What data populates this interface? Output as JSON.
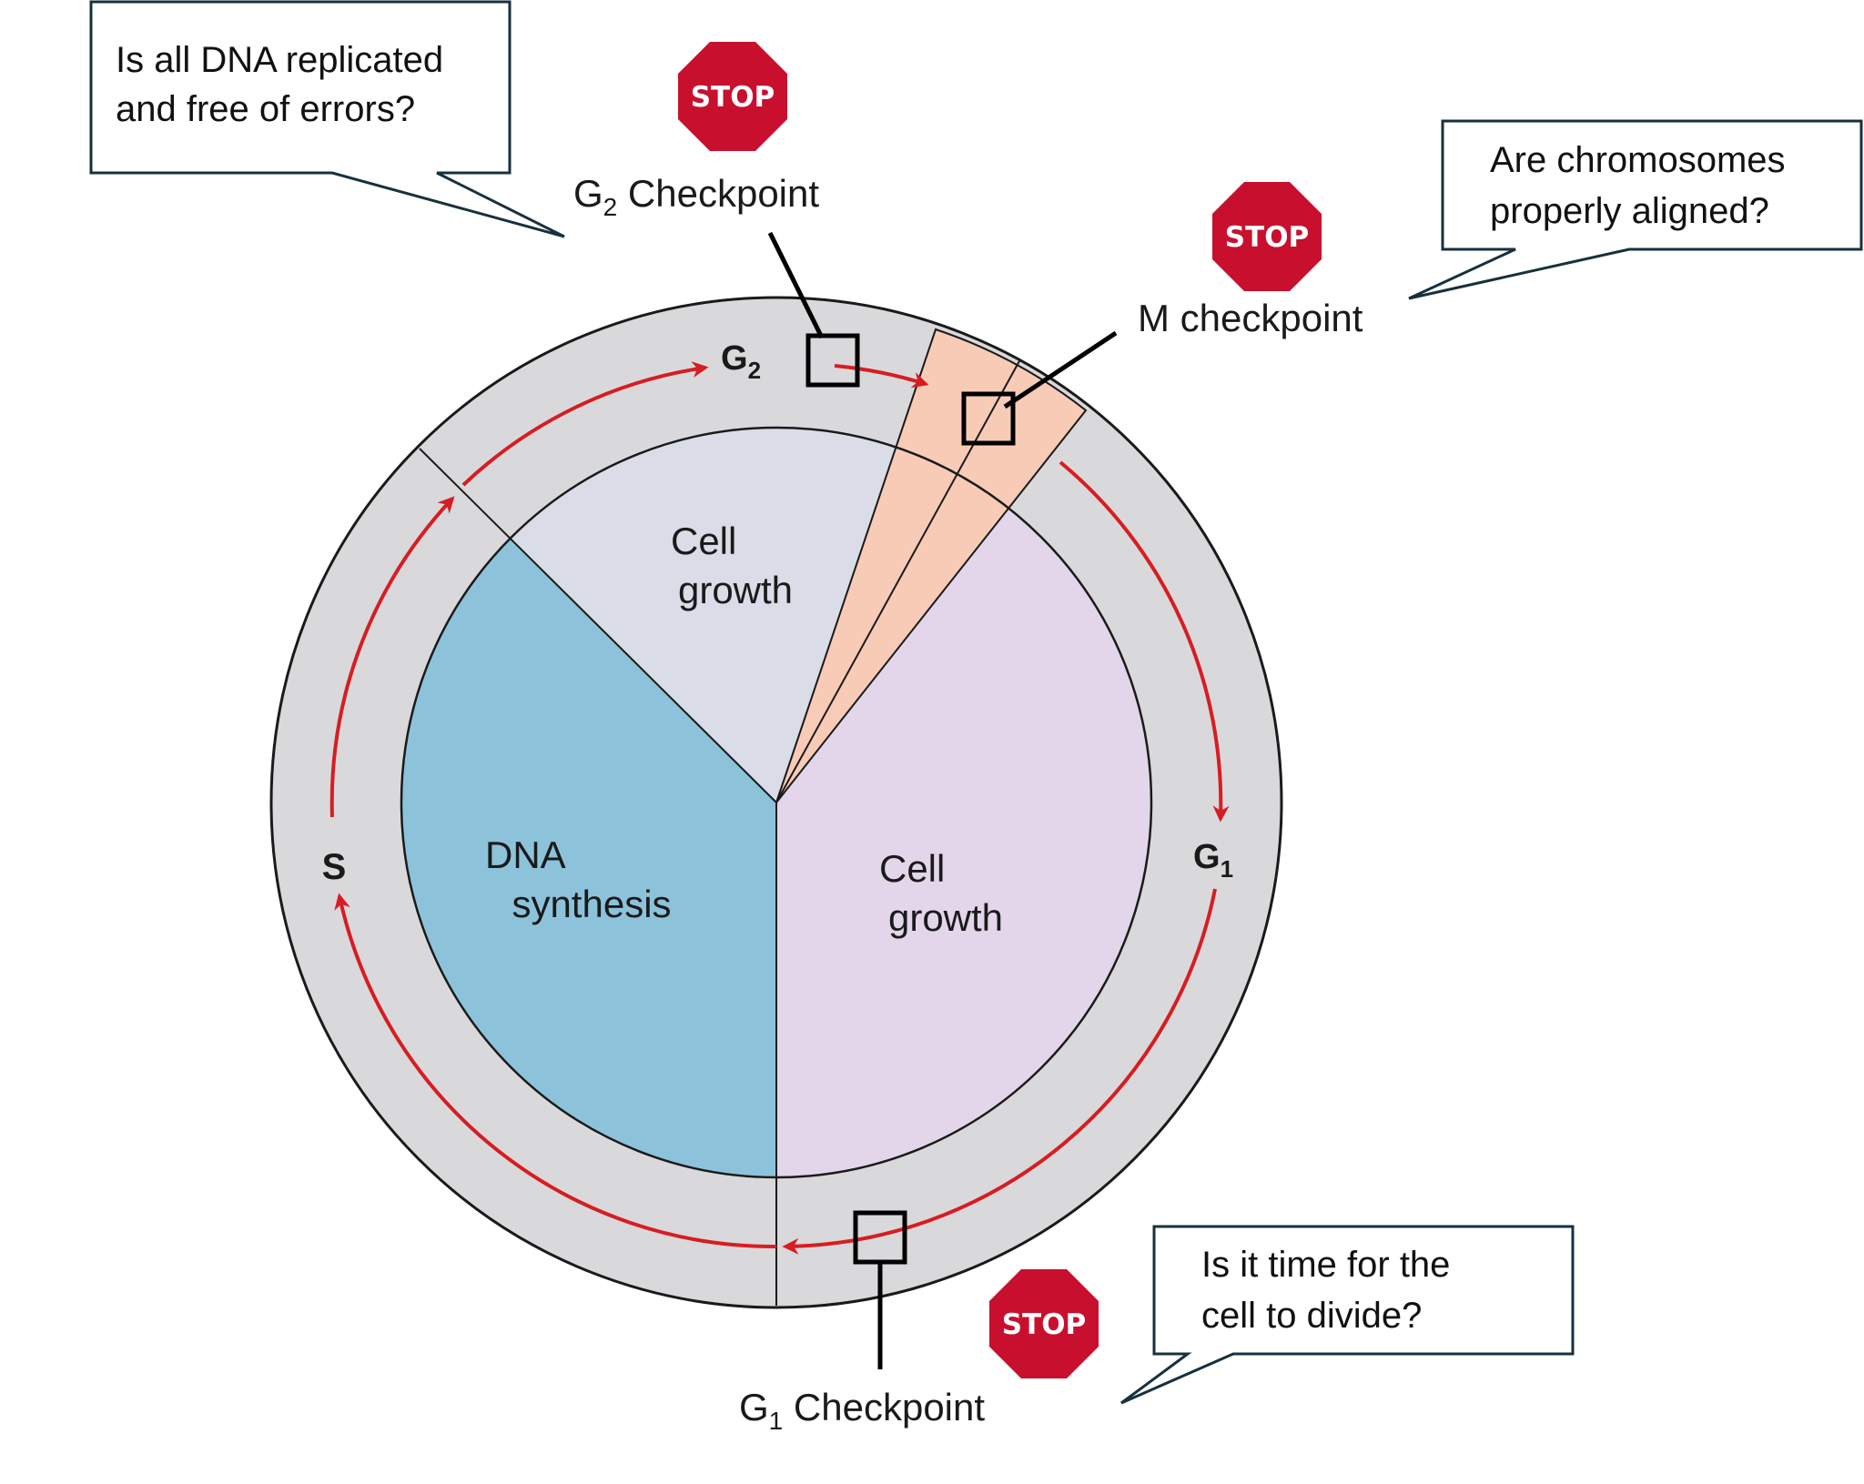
{
  "colors": {
    "outer_ring": "#d9d9db",
    "dna_synthesis": "#8cc3db",
    "cell_growth_g2": "#dadde8",
    "cell_growth_g1": "#e3d6ea",
    "mitosis": "#f8cbb7",
    "arrow": "#d71d22",
    "stop_sign": "#c8102e",
    "callout_border": "#17303e"
  },
  "callouts": {
    "g2_question": [
      "Is all DNA replicated",
      "and free of errors?"
    ],
    "m_question": [
      "Are chromosomes",
      "properly aligned?"
    ],
    "g1_question": [
      "Is it time for the",
      "cell to divide?"
    ]
  },
  "stop_signs": {
    "g2": "STOP",
    "m": "STOP",
    "g1": "STOP"
  },
  "checkpoints": {
    "g2": {
      "letter": "G",
      "sub": "2",
      "rest": " Checkpoint"
    },
    "m": "M checkpoint",
    "g1": {
      "letter": "G",
      "sub": "1",
      "rest": " Checkpoint"
    }
  },
  "phases": {
    "g2": {
      "letter": "G",
      "sub": "2"
    },
    "g1": {
      "letter": "G",
      "sub": "1"
    },
    "s": "S"
  },
  "sectors": {
    "g2_growth": [
      "Cell",
      "growth"
    ],
    "dna": [
      "DNA",
      "synthesis"
    ],
    "g1_growth": [
      "Cell",
      "growth"
    ]
  }
}
